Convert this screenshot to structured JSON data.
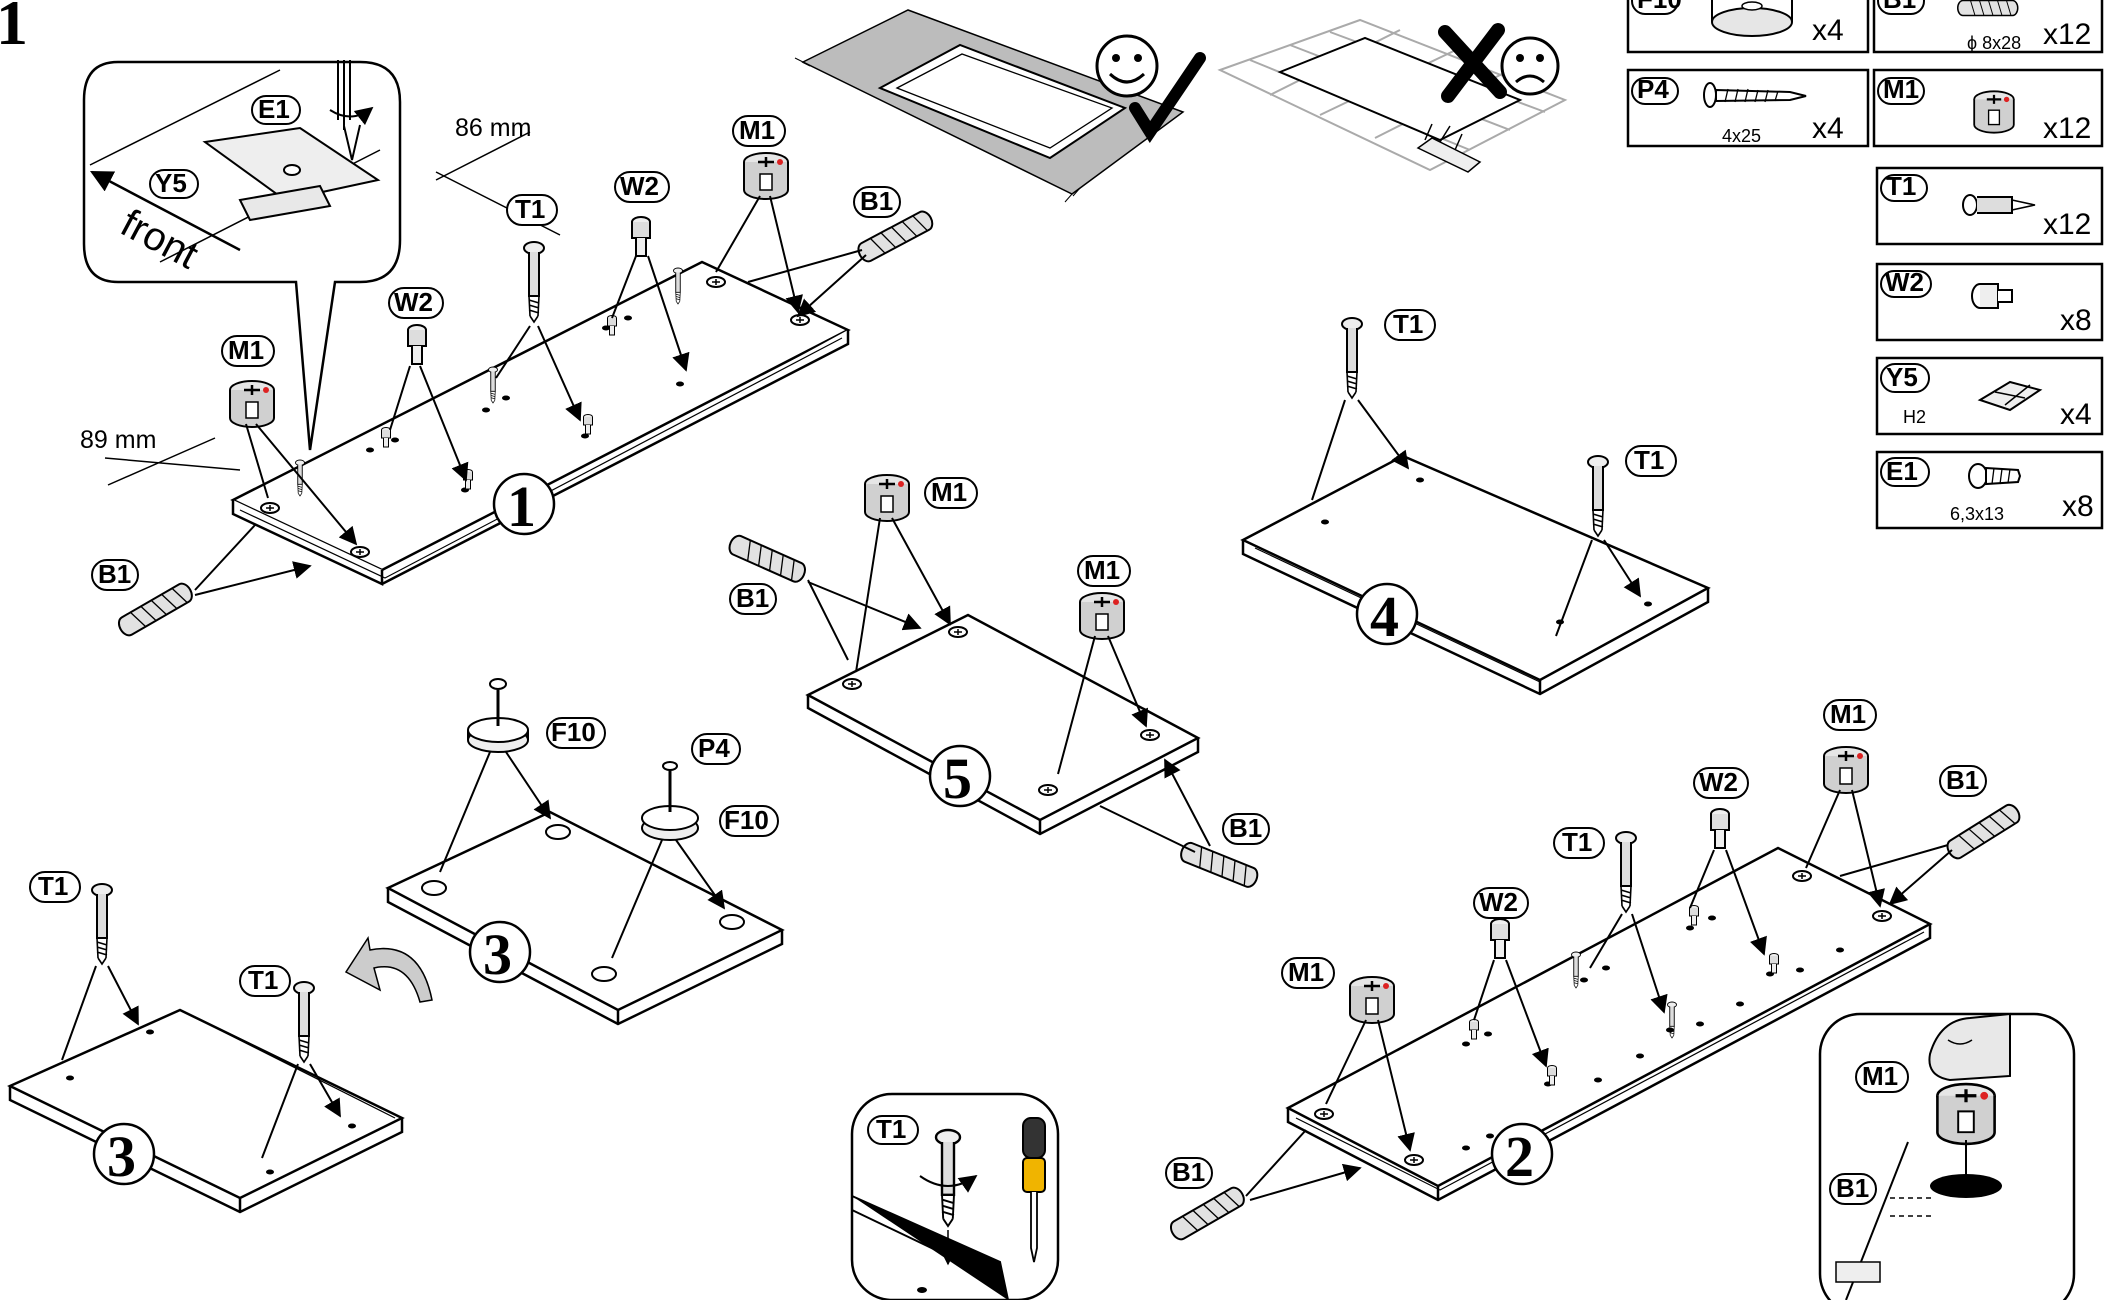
{
  "step_number": "1",
  "parts_list": [
    {
      "code": "F10",
      "qty": "x4",
      "spec": ""
    },
    {
      "code": "B1",
      "qty": "x12",
      "spec": "ϕ 8x28"
    },
    {
      "code": "P4",
      "qty": "x4",
      "spec": "4x25"
    },
    {
      "code": "M1",
      "qty": "x12",
      "spec": ""
    },
    {
      "code": "T1",
      "qty": "x12",
      "spec": ""
    },
    {
      "code": "W2",
      "qty": "x8",
      "spec": ""
    },
    {
      "code": "Y5",
      "qty": "x4",
      "spec": "H2"
    },
    {
      "code": "E1",
      "qty": "x8",
      "spec": "6,3x13"
    }
  ],
  "dimensions": {
    "top": "86 mm",
    "left": "89 mm"
  },
  "detail_front_label": "front",
  "labels": {
    "E1": "E1",
    "Y5": "Y5",
    "M1": "M1",
    "T1": "T1",
    "W2": "W2",
    "B1": "B1",
    "F10": "F10",
    "P4": "P4"
  },
  "panel_numbers": {
    "p1": "1",
    "p2": "2",
    "p3a": "3",
    "p3b": "3",
    "p4": "4",
    "p5": "5"
  },
  "icons": [
    "smiley-icon",
    "sad-face-icon",
    "check-icon",
    "cross-icon",
    "screwdriver-icon",
    "hand-icon",
    "curved-arrow-icon"
  ]
}
